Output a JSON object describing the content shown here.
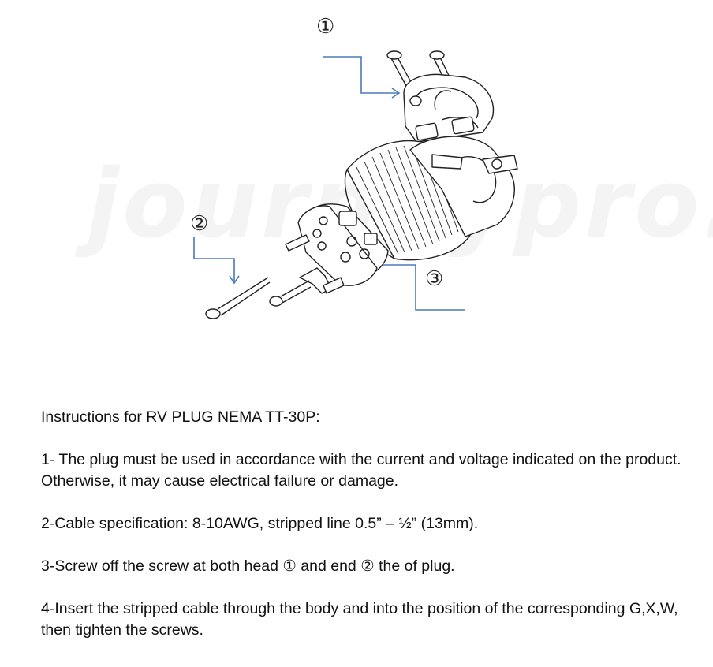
{
  "diagram": {
    "callouts": {
      "one": "①",
      "two": "②",
      "three": "③"
    },
    "watermark": "journeypro.pro",
    "colors": {
      "arrow": "#4a7ab8",
      "lineart": "#222222",
      "background": "#ffffff"
    }
  },
  "instructions": {
    "heading": "Instructions for RV PLUG NEMA TT-30P:",
    "step1": "1- The plug must be used in accordance with the current and voltage indicated on the product. Otherwise, it may cause electrical failure or damage.",
    "step2": "2-Cable specification:  8-10AWG, stripped line 0.5” – ½” (13mm).",
    "step3": "3-Screw off the screw at both head ① and end ②  the of plug.",
    "step4": "4-Insert the stripped cable through the body and into the position of the corresponding G,X,W, then tighten the screws."
  }
}
